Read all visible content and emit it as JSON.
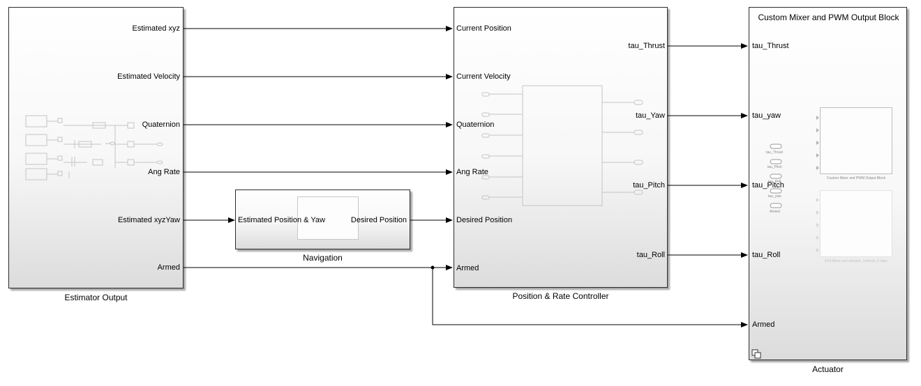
{
  "estimator": {
    "caption": "Estimator Output",
    "ports": [
      "Estimated xyz",
      "Estimated Velocity",
      "Quaternion",
      "Ang Rate",
      "Estimated xyzYaw",
      "Armed"
    ]
  },
  "navigation": {
    "caption": "Navigation",
    "in_port": "Estimated Position & Yaw",
    "out_port": "Desired Position"
  },
  "controller": {
    "caption": "Position & Rate Controller",
    "in_ports": [
      "Current Position",
      "Current Velocity",
      "Quaternion",
      "Ang Rate",
      "Desired Position",
      "Armed"
    ],
    "out_ports": [
      "tau_Thrust",
      "tau_Yaw",
      "tau_Pitch",
      "tau_Roll"
    ]
  },
  "actuator": {
    "caption": "Actuator",
    "title": "Custom Mixer and PWM Output Block",
    "in_ports": [
      "tau_Thrust",
      "tau_yaw",
      "tau_Pitch",
      "tau_Roll",
      "Armed"
    ],
    "mini_labels": [
      "tau_Thrust",
      "tau_Pitch",
      "tau_Roll",
      "tau_yaw",
      "Armed"
    ],
    "thumb_caption_1": "Custom Mixer and PWM Output Block",
    "thumb_caption_2": "PX4 Mixer and actuator_controls_0 topic"
  },
  "icons": {
    "subsystem_icon": "copy-icon"
  },
  "colors": {
    "wire": "#000000",
    "block_border": "#2b2b2b"
  }
}
